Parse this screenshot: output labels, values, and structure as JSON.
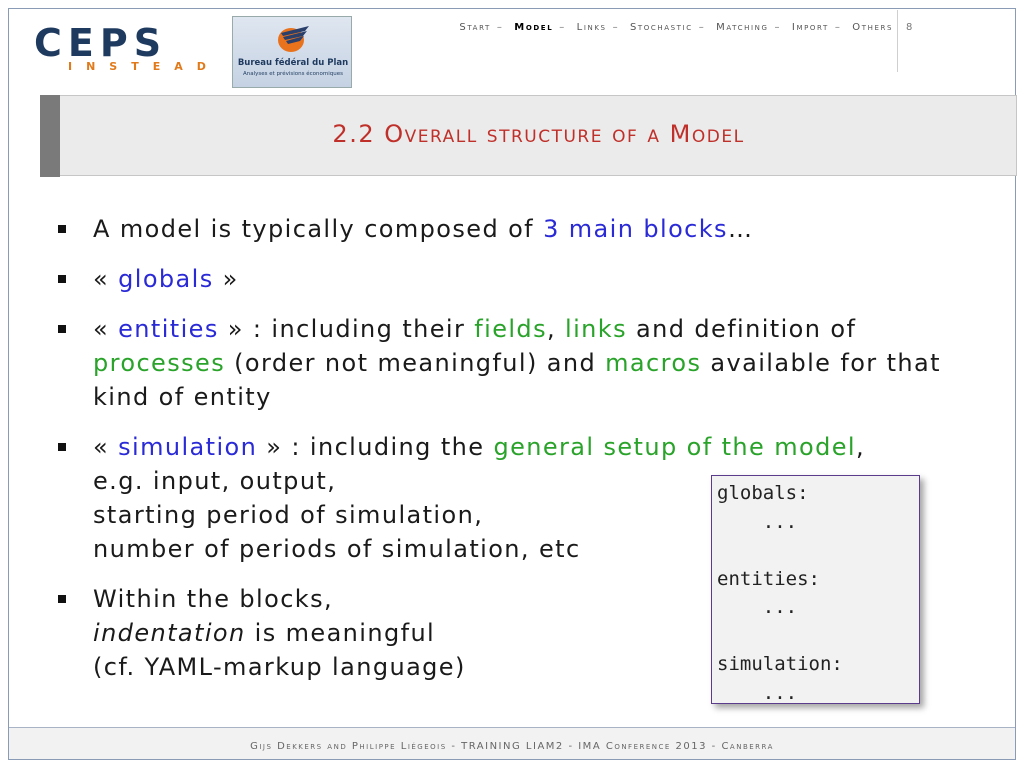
{
  "header": {
    "logo_ceps": {
      "name": "CEPS",
      "sub": "INSTEAD"
    },
    "logo_bfp": {
      "title": "Bureau fédéral du Plan",
      "subtitle": "Analyses et prévisions économiques"
    },
    "nav": [
      {
        "label": "Start",
        "active": false
      },
      {
        "label": "Model",
        "active": true
      },
      {
        "label": "Links",
        "active": false
      },
      {
        "label": "Stochastic",
        "active": false
      },
      {
        "label": "Matching",
        "active": false
      },
      {
        "label": "Import",
        "active": false
      },
      {
        "label": "Others",
        "active": false
      }
    ],
    "nav_separator": "–",
    "page_number": "8"
  },
  "title": "2.2  Overall structure of a Model",
  "bullets": {
    "b1": {
      "t1": "A model is typically composed of ",
      "h1": "3 main blocks",
      "t2": "…"
    },
    "b2": {
      "t1": "« ",
      "h1": "globals",
      "t2": " »"
    },
    "b3": {
      "t1": "« ",
      "h1": "entities",
      "t2": " » : including their ",
      "h2": "fields",
      "t3": ", ",
      "h3": "links",
      "t4": " and definition of ",
      "h4": "processes",
      "t5": " (order not meaningful) and ",
      "h5": "macros",
      "t6": " available for that kind of entity"
    },
    "b4": {
      "t1": "« ",
      "h1": "simulation",
      "t2": " » : including the ",
      "h2": "general setup of the model",
      "t3": ",",
      "l1": "e.g. input, output,",
      "l2": "starting period of simulation,",
      "l3": "number of periods of simulation, etc"
    },
    "b5": {
      "l1": "Within the blocks,",
      "em": "indentation",
      "l2": " is meaningful",
      "l3": "(cf. YAML-markup language)"
    }
  },
  "code_block": "globals:\n    ...\n\nentities:\n    ...\n\nsimulation:\n    ...",
  "footer": "Gijs Dekkers and Philippe Liégeois  -  TRAINING LIAM2  -  IMA Conference 2013  -  Canberra",
  "colors": {
    "title": "#c0302a",
    "highlight_blue": "#2a2ad6",
    "highlight_green": "#2aa32a",
    "code_border": "#5b3c8c"
  }
}
